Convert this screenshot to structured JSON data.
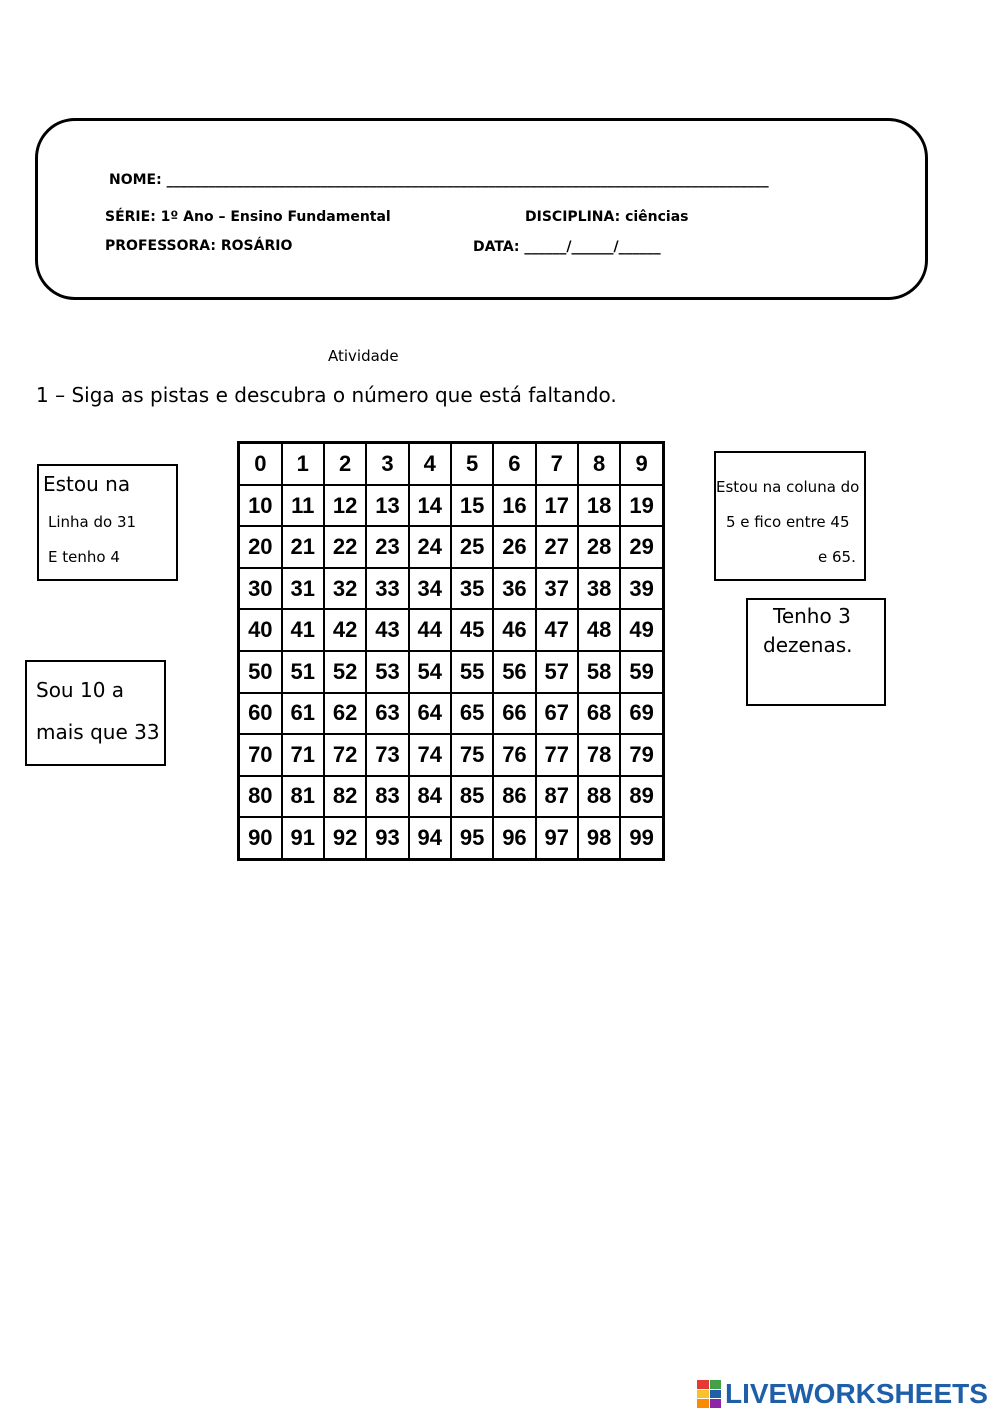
{
  "header": {
    "nome_label": "NOME: ______________________________________________________________________________________",
    "serie": "SÉRIE: 1º Ano – Ensino Fundamental",
    "disciplina": "DISCIPLINA: ciências",
    "professora": "PROFESSORA: ROSÁRIO",
    "data": "DATA: ______/______/______"
  },
  "activity": {
    "title": "Atividade",
    "question": "1 – Siga as pistas e descubra o número que está faltando."
  },
  "clues": {
    "clue1": {
      "line1": "Estou na",
      "line2": "Linha do 31",
      "line3": "E tenho 4"
    },
    "clue2": {
      "line1": "Sou 10 a",
      "line2": "mais que 33"
    },
    "clue3": {
      "line1": "Estou na coluna do",
      "line2": "5 e fico entre 45",
      "line3": "e 65."
    },
    "clue4": {
      "line1": "Tenho 3",
      "line2": "dezenas."
    }
  },
  "grid": {
    "rows": [
      [
        "0",
        "1",
        "2",
        "3",
        "4",
        "5",
        "6",
        "7",
        "8",
        "9"
      ],
      [
        "10",
        "11",
        "12",
        "13",
        "14",
        "15",
        "16",
        "17",
        "18",
        "19"
      ],
      [
        "20",
        "21",
        "22",
        "23",
        "24",
        "25",
        "26",
        "27",
        "28",
        "29"
      ],
      [
        "30",
        "31",
        "32",
        "33",
        "34",
        "35",
        "36",
        "37",
        "38",
        "39"
      ],
      [
        "40",
        "41",
        "42",
        "43",
        "44",
        "45",
        "46",
        "47",
        "48",
        "49"
      ],
      [
        "50",
        "51",
        "52",
        "53",
        "54",
        "55",
        "56",
        "57",
        "58",
        "59"
      ],
      [
        "60",
        "61",
        "62",
        "63",
        "64",
        "65",
        "66",
        "67",
        "68",
        "69"
      ],
      [
        "70",
        "71",
        "72",
        "73",
        "74",
        "75",
        "76",
        "77",
        "78",
        "79"
      ],
      [
        "80",
        "81",
        "82",
        "83",
        "84",
        "85",
        "86",
        "87",
        "88",
        "89"
      ],
      [
        "90",
        "91",
        "92",
        "93",
        "94",
        "95",
        "96",
        "97",
        "98",
        "99"
      ]
    ]
  },
  "branding": {
    "logo_text": "LIVEWORKSHEETS",
    "colors": {
      "blue": "#1f5fa8",
      "red": "#e53935",
      "green": "#43a047",
      "yellow": "#fbc02d",
      "orange": "#fb8c00",
      "purple": "#8e24aa"
    }
  }
}
